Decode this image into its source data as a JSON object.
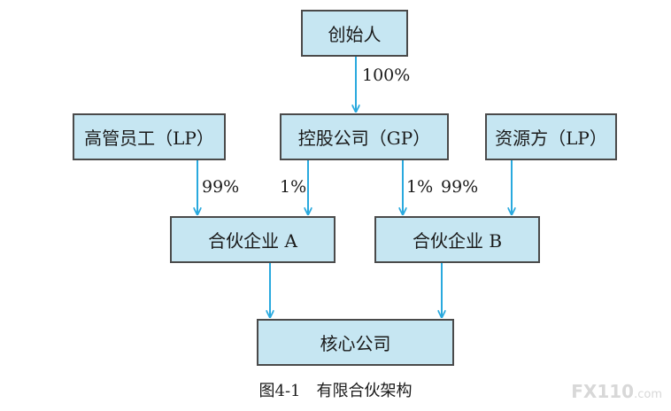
{
  "nodes": {
    "founder": "创始人",
    "exec": "高管员工（LP）",
    "holding": "控股公司（GP）",
    "resource": "资源方（LP）",
    "partnership_a": "合伙企业 A",
    "partnership_b": "合伙企业 B",
    "core": "核心公司"
  },
  "edge_labels": {
    "founder_to_holding": "100%",
    "exec_to_a": "99%",
    "holding_to_a": "1%",
    "holding_to_b": "1%",
    "resource_to_b": "99%"
  },
  "caption": "图4-1　有限合伙架构",
  "watermark": {
    "brand": "FX110",
    "domain": ".com"
  },
  "colors": {
    "box_fill": "#c6e6f2",
    "box_border": "#4a4a4a",
    "arrow": "#29a9de"
  }
}
